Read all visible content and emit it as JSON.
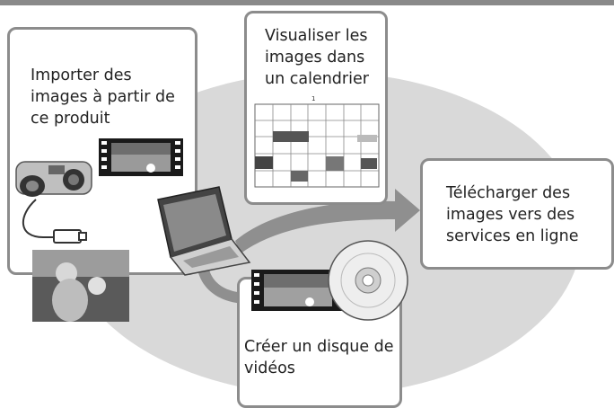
{
  "labels": {
    "import": "Importer des\nimages à partir de\nce produit",
    "calendar": "Visualiser les\nimages dans\nun calendrier",
    "upload": "Télécharger des\nimages vers des\nservices en ligne",
    "disc": "Créer un disque de\nvidéos"
  },
  "calendar_month": "1",
  "icons": [
    "camcorder-icon",
    "laptop-icon",
    "film-strip-icon",
    "photo-icon",
    "disc-icon",
    "usb-cable-icon",
    "arrow-icon"
  ],
  "colors": {
    "ellipse": "#d9d9d9",
    "frame": "#8c8c8c",
    "arrow": "#8f8f8f",
    "topbar": "#8a8a8a"
  }
}
